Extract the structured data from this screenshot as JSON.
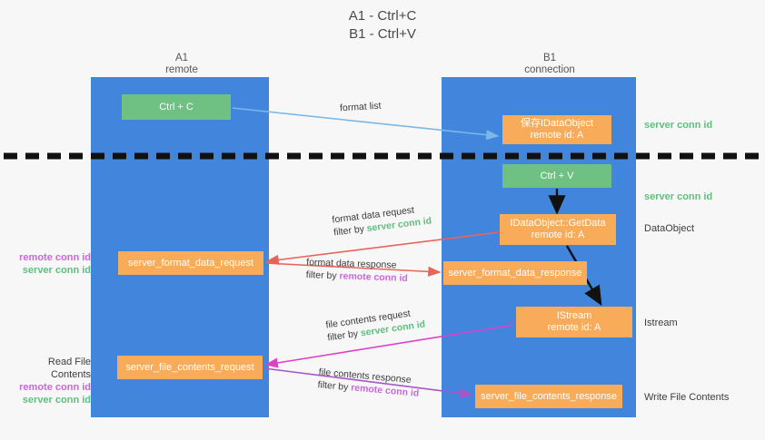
{
  "title": {
    "line1": "A1 - Ctrl+C",
    "line2": "B1 - Ctrl+V"
  },
  "columns": [
    {
      "name": "A1",
      "sub": "remote",
      "color": "#4285dd"
    },
    {
      "name": "B1",
      "sub": "connection",
      "color": "#4285dd"
    }
  ],
  "colors": {
    "lane": "#4285dd",
    "green_box": "#6fc083",
    "orange_box": "#f8ac59",
    "server_conn_id": "#5fbf7f",
    "remote_conn_id": "#cc66dd",
    "arrow_format_list": "#7ab8e8",
    "arrow_format_data": "#e8645a",
    "arrow_file_contents": "#e040c8",
    "arrow_file_response": "#a855c8",
    "arrow_internal": "#222222",
    "divider": "#1a1a1a",
    "background": "#f7f7f7"
  },
  "boxes": {
    "ctrl_c": {
      "label": "Ctrl + C"
    },
    "idataobject": {
      "line1": "保存IDataObject",
      "line2": "remote id: A"
    },
    "ctrl_v": {
      "label": "Ctrl + V"
    },
    "getdata": {
      "line1": "IDataObject::GetData",
      "line2": "remote id: A"
    },
    "server_format_data_request": {
      "label": "server_format_data_request"
    },
    "server_format_data_response": {
      "label": "server_format_data_response"
    },
    "istream": {
      "line1": "IStream",
      "line2": "remote id: A"
    },
    "server_file_contents_request": {
      "label": "server_file_contents_request"
    },
    "server_file_contents_response": {
      "label": "server_file_contents_response"
    }
  },
  "edge_labels": {
    "format_list": "format list",
    "format_data_request": "format data request",
    "format_data_request_filter_prefix": "filter by ",
    "format_data_request_filter_value": "server conn id",
    "format_data_response": "format data response",
    "format_data_response_filter_prefix": "filter by ",
    "format_data_response_filter_value": "remote conn id",
    "file_contents_request": "file contents request",
    "file_contents_request_filter_prefix": "filter by ",
    "file_contents_request_filter_value": "server conn id",
    "file_contents_response": "file contents response",
    "file_contents_response_filter_prefix": "filter by ",
    "file_contents_response_filter_value": "remote conn id"
  },
  "annotations": {
    "server_conn_id_top": "server conn id",
    "server_conn_id_mid": "server conn id",
    "dataobject": "DataObject",
    "istream": "Istream",
    "write_file_contents": "Write File Contents",
    "read_file_contents": "Read File Contents",
    "remote_conn_id": "remote conn id",
    "server_conn_id": "server conn id"
  }
}
